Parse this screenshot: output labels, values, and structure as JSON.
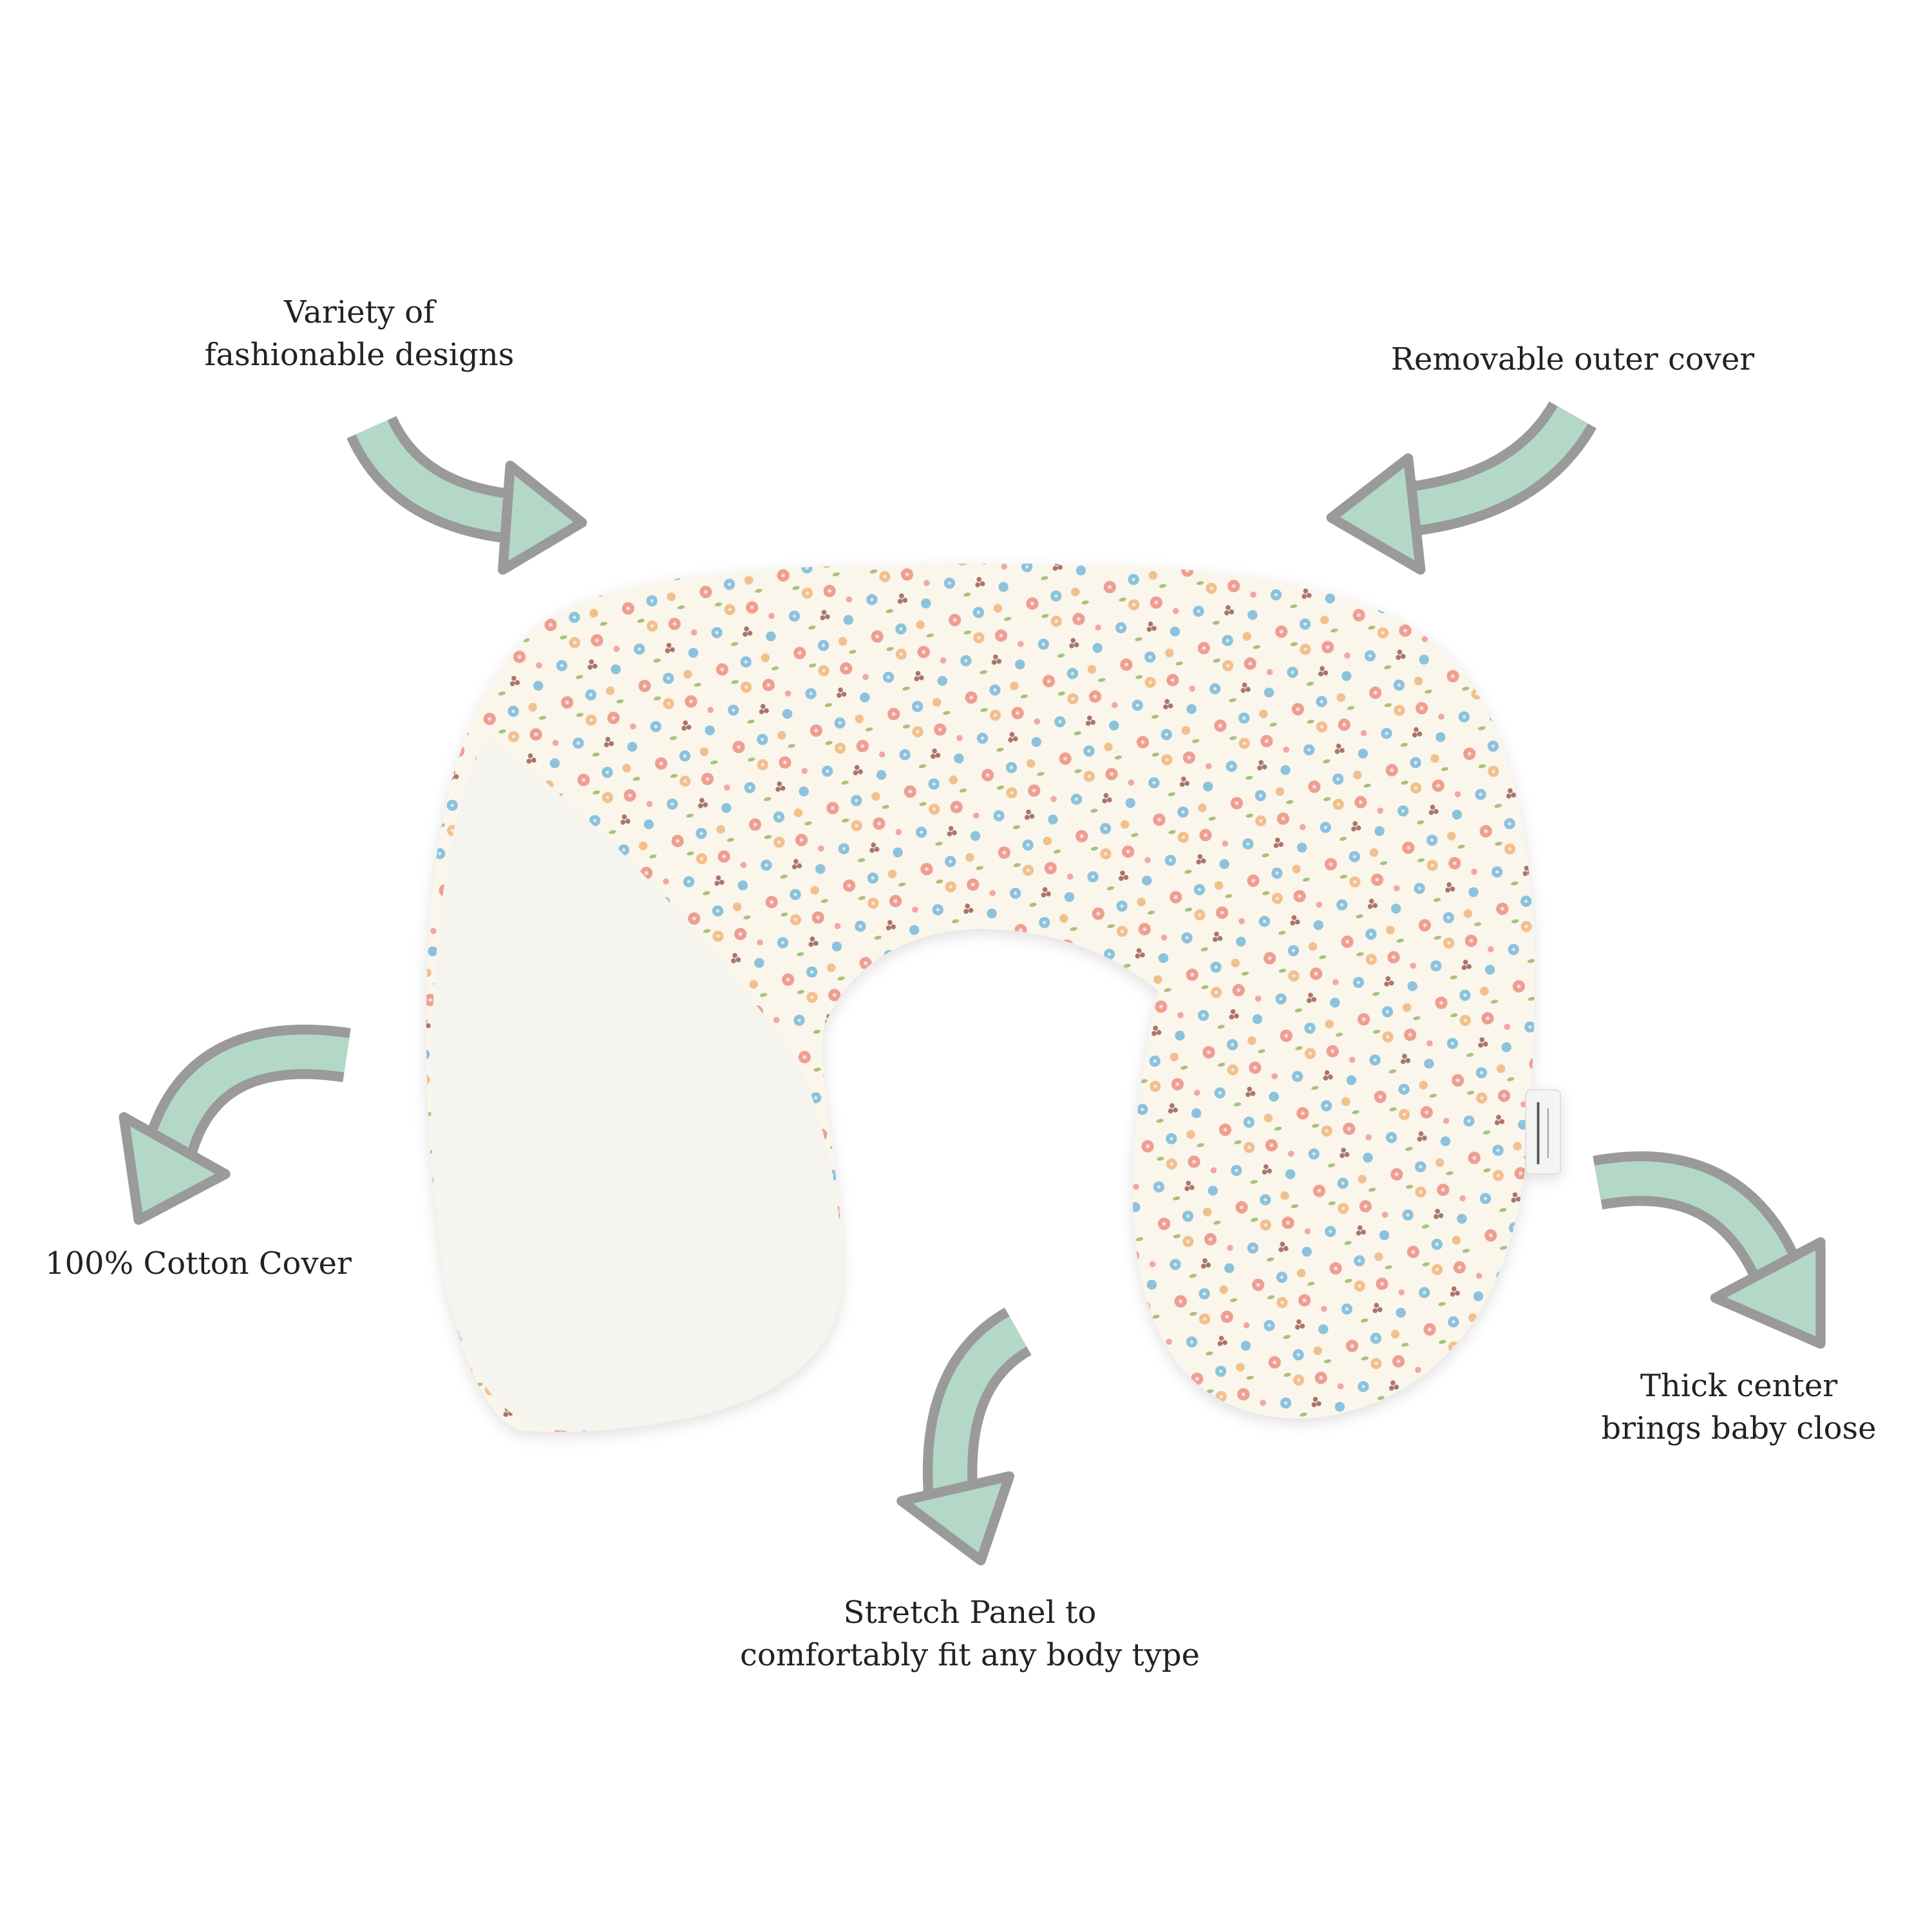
{
  "captions": {
    "designs": {
      "line1": "Variety of",
      "line2": "fashionable designs"
    },
    "cover": {
      "line1": "Removable outer cover"
    },
    "cotton": {
      "line1": "100% Cotton Cover"
    },
    "stretch": {
      "line1": "Stretch Panel to",
      "line2": "comfortably fit any body type"
    },
    "center": {
      "line1": "Thick center",
      "line2": "brings baby close"
    }
  },
  "colors": {
    "arrow_fill": "#b3d8c8",
    "arrow_outline": "#9a9a9a",
    "panel": "#f6f4ef",
    "fabric": "#fbf6ec",
    "flower_pink": "#ef9e92",
    "flower_blue": "#8cc2dc",
    "flower_orange": "#f2c08e",
    "flower_brown": "#a9756a",
    "leaf": "#a9c27a"
  }
}
